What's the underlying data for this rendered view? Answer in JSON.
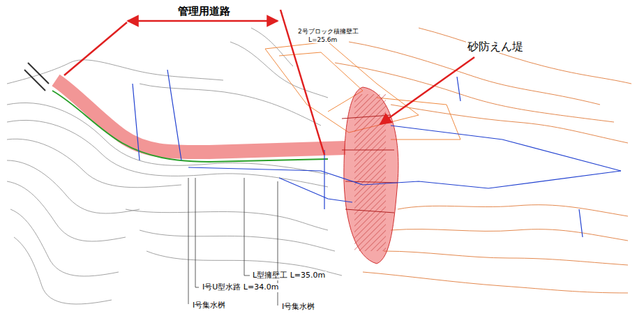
{
  "diagram": {
    "labels": [
      "管理用道路",
      "砂防えん堤",
      "2号ブロック積擁壁工",
      "L=25.6m",
      "L型擁壁工 L=35.0m",
      "I号U型水路 L=34.0m",
      "I号集水桝",
      "I号集水桝"
    ]
  }
}
